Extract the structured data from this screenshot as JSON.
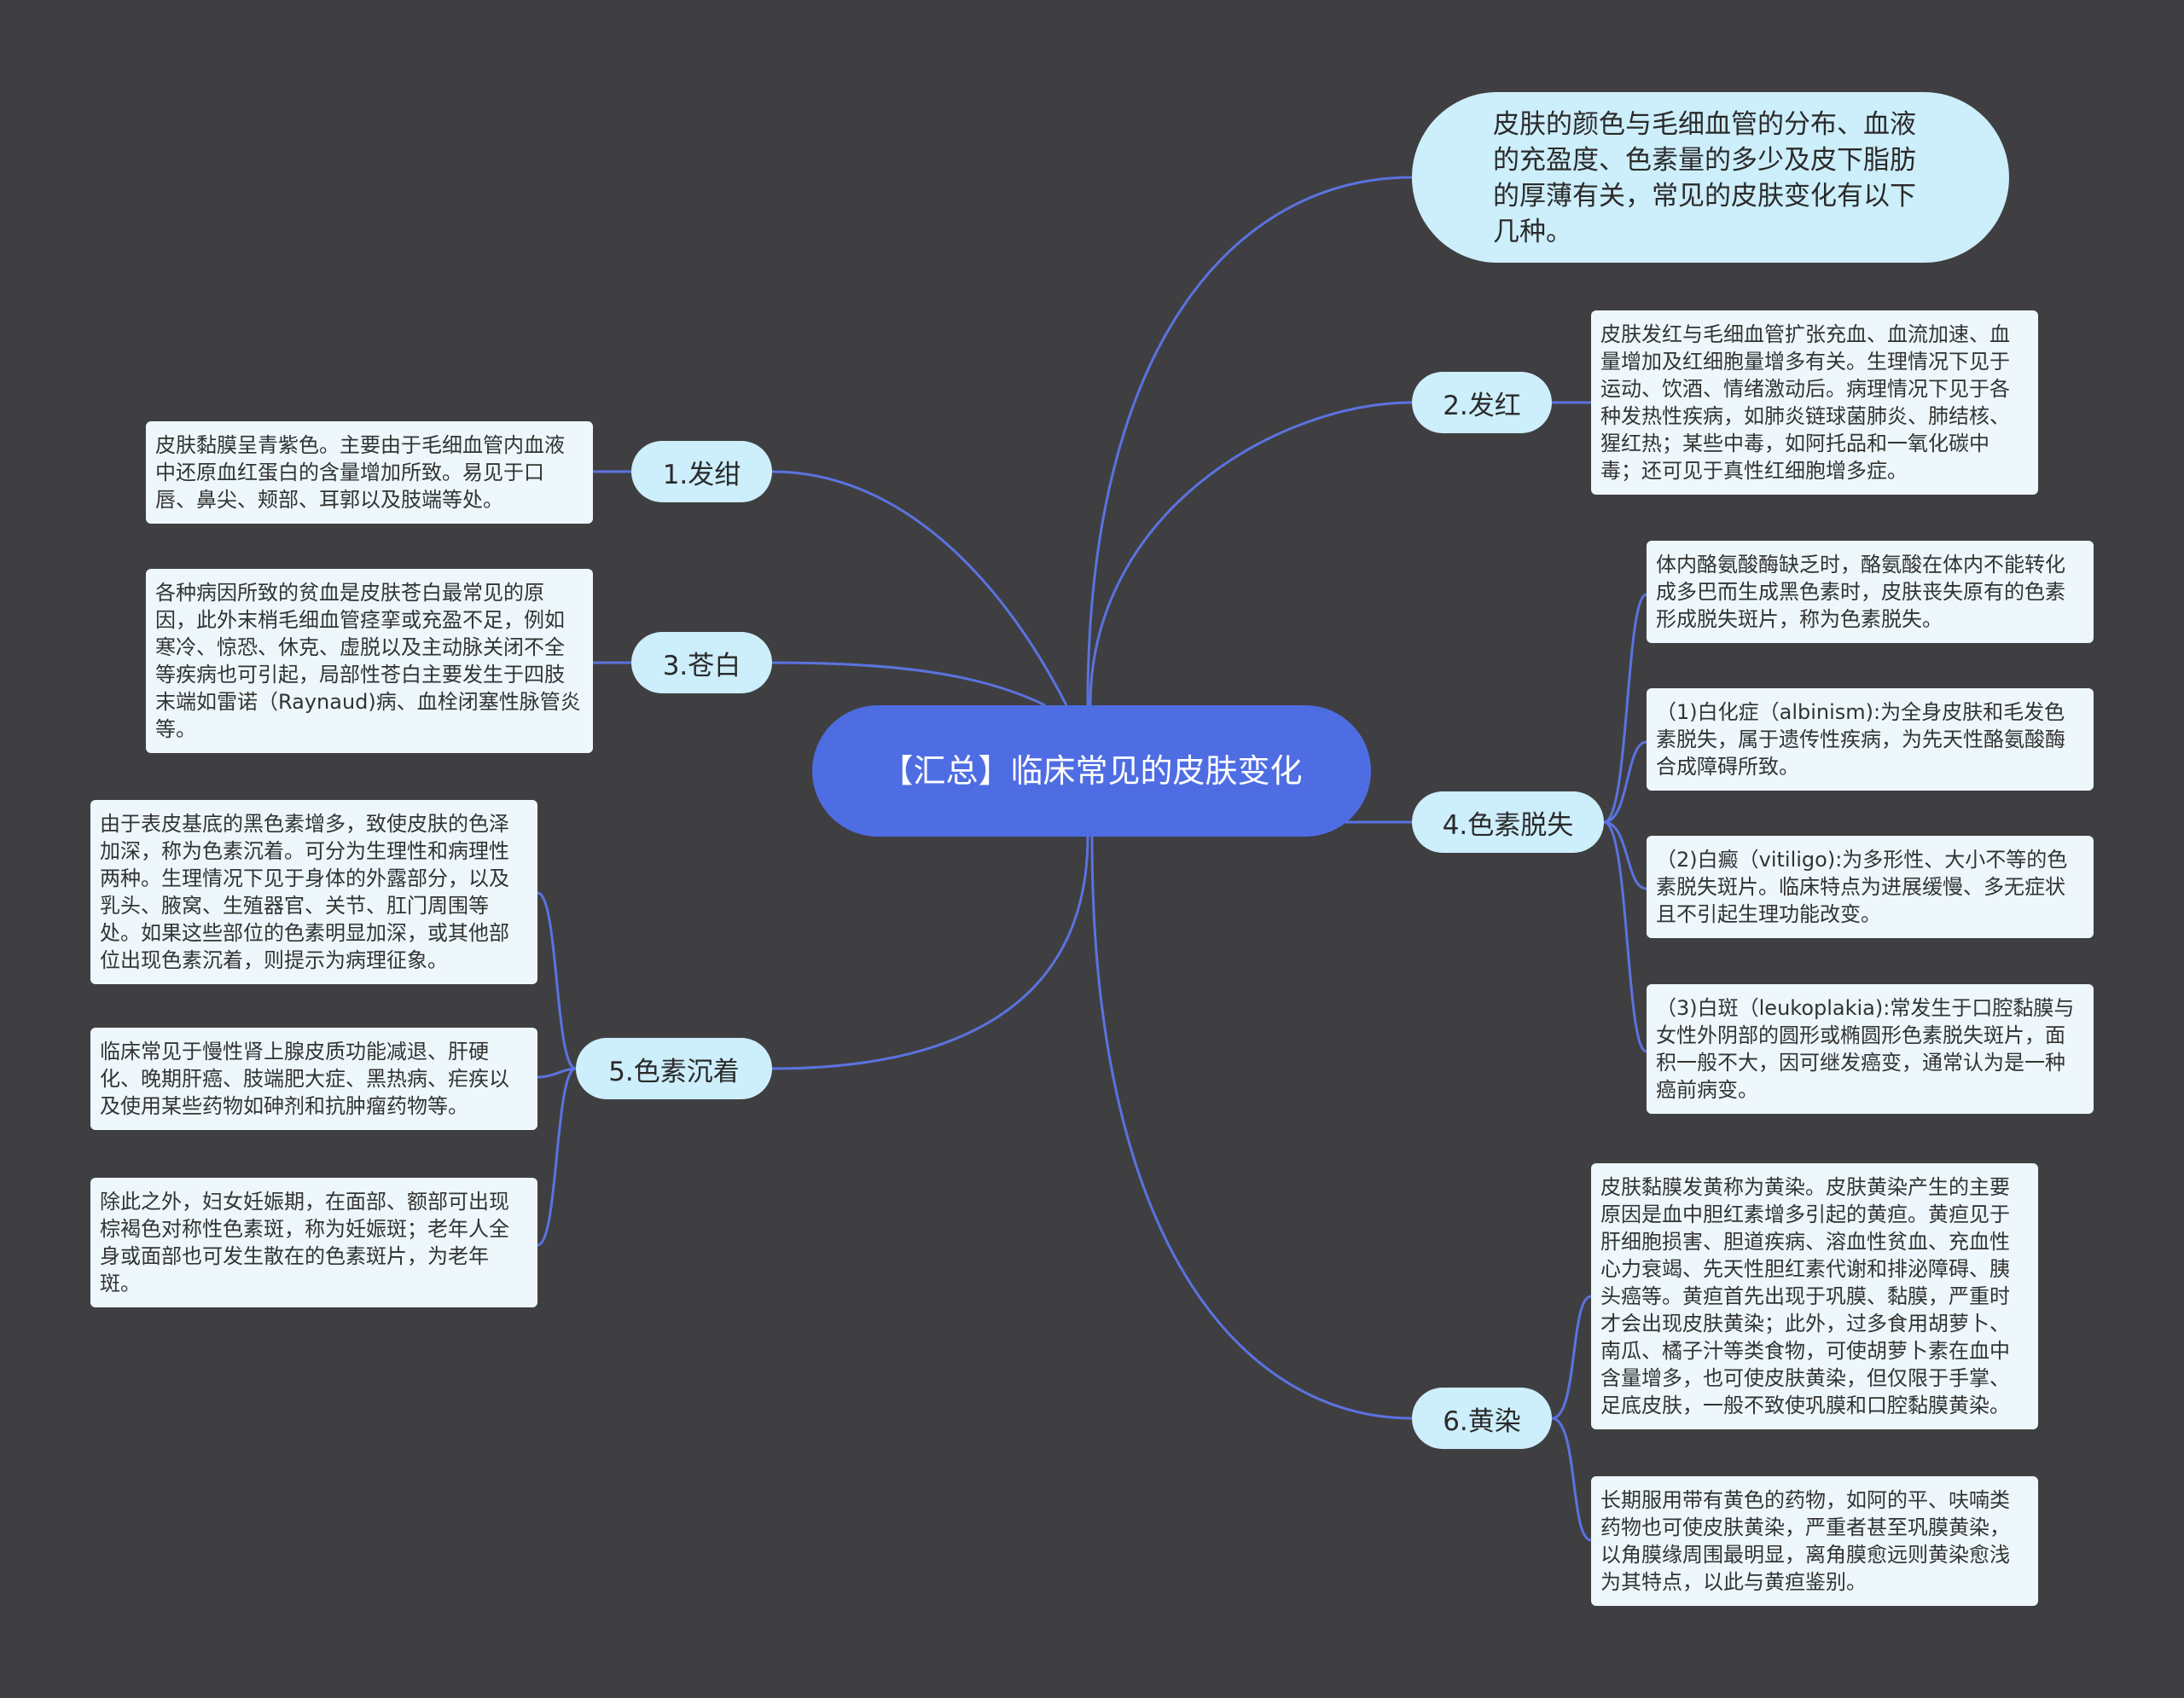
{
  "root": {
    "title": "【汇总】临床常见的皮肤变化"
  },
  "intro": {
    "text": "皮肤的颜色与毛细血管的分布、血液的充盈度、色素量的多少及皮下脂肪的厚薄有关，常见的皮肤变化有以下几种。"
  },
  "branches": [
    {
      "label": "1.发绀",
      "leaves": [
        "皮肤黏膜呈青紫色。主要由于毛细血管内血液中还原血红蛋白的含量增加所致。易见于口唇、鼻尖、颊部、耳郭以及肢端等处。"
      ]
    },
    {
      "label": "2.发红",
      "leaves": [
        "皮肤发红与毛细血管扩张充血、血流加速、血量增加及红细胞量增多有关。生理情况下见于运动、饮酒、情绪激动后。病理情况下见于各种发热性疾病，如肺炎链球菌肺炎、肺结核、猩红热；某些中毒，如阿托品和一氧化碳中毒；还可见于真性红细胞增多症。"
      ]
    },
    {
      "label": "3.苍白",
      "leaves": [
        "各种病因所致的贫血是皮肤苍白最常见的原因，此外末梢毛细血管痉挛或充盈不足，例如寒冷、惊恐、休克、虚脱以及主动脉关闭不全等疾病也可引起，局部性苍白主要发生于四肢末端如雷诺（Raynaud)病、血栓闭塞性脉管炎等。"
      ]
    },
    {
      "label": "4.色素脱失",
      "leaves": [
        "体内酪氨酸酶缺乏时，酪氨酸在体内不能转化成多巴而生成黑色素时，皮肤丧失原有的色素形成脱失斑片，称为色素脱失。",
        "（1)白化症（albinism):为全身皮肤和毛发色素脱失，属于遗传性疾病，为先天性酪氨酸酶合成障碍所致。",
        "（2)白癜（vitiligo):为多形性、大小不等的色素脱失斑片。临床特点为进展缓慢、多无症状且不引起生理功能改变。",
        "（3)白斑（leukoplakia):常发生于口腔黏膜与女性外阴部的圆形或椭圆形色素脱失斑片，面积一般不大，因可继发癌变，通常认为是一种癌前病变。"
      ]
    },
    {
      "label": "5.色素沉着",
      "leaves": [
        "由于表皮基底的黑色素增多，致使皮肤的色泽加深，称为色素沉着。可分为生理性和病理性两种。生理情况下见于身体的外露部分，以及乳头、腋窝、生殖器官、关节、肛门周围等处。如果这些部位的色素明显加深，或其他部位出现色素沉着，则提示为病理征象。",
        "临床常见于慢性肾上腺皮质功能减退、肝硬化、晚期肝癌、肢端肥大症、黑热病、疟疾以及使用某些药物如砷剂和抗肿瘤药物等。",
        "除此之外，妇女妊娠期，在面部、额部可出现棕褐色对称性色素斑，称为妊娠斑；老年人全身或面部也可发生散在的色素斑片，为老年斑。"
      ]
    },
    {
      "label": "6.黄染",
      "leaves": [
        "皮肤黏膜发黄称为黄染。皮肤黄染产生的主要原因是血中胆红素增多引起的黄疸。黄疸见于肝细胞损害、胆道疾病、溶血性贫血、充血性心力衰竭、先天性胆红素代谢和排泌障碍、胰头癌等。黄疸首先出现于巩膜、黏膜，严重时才会出现皮肤黄染；此外，过多食用胡萝卜、南瓜、橘子汁等类食物，可使胡萝卜素在血中含量增多，也可使皮肤黄染，但仅限于手掌、足底皮肤，一般不致使巩膜和口腔黏膜黄染。",
        "长期服用带有黄色的药物，如阿的平、呋喃类药物也可使皮肤黄染，严重者甚至巩膜黄染，以角膜缘周围最明显，离角膜愈远则黄染愈浅为其特点，以此与黄疸鉴别。"
      ]
    }
  ],
  "colors": {
    "background": "#3f3f42",
    "root": "#4f6de3",
    "branch": "#cdeefb",
    "leaf": "#eef8fc",
    "connector": "#5b73e0"
  }
}
